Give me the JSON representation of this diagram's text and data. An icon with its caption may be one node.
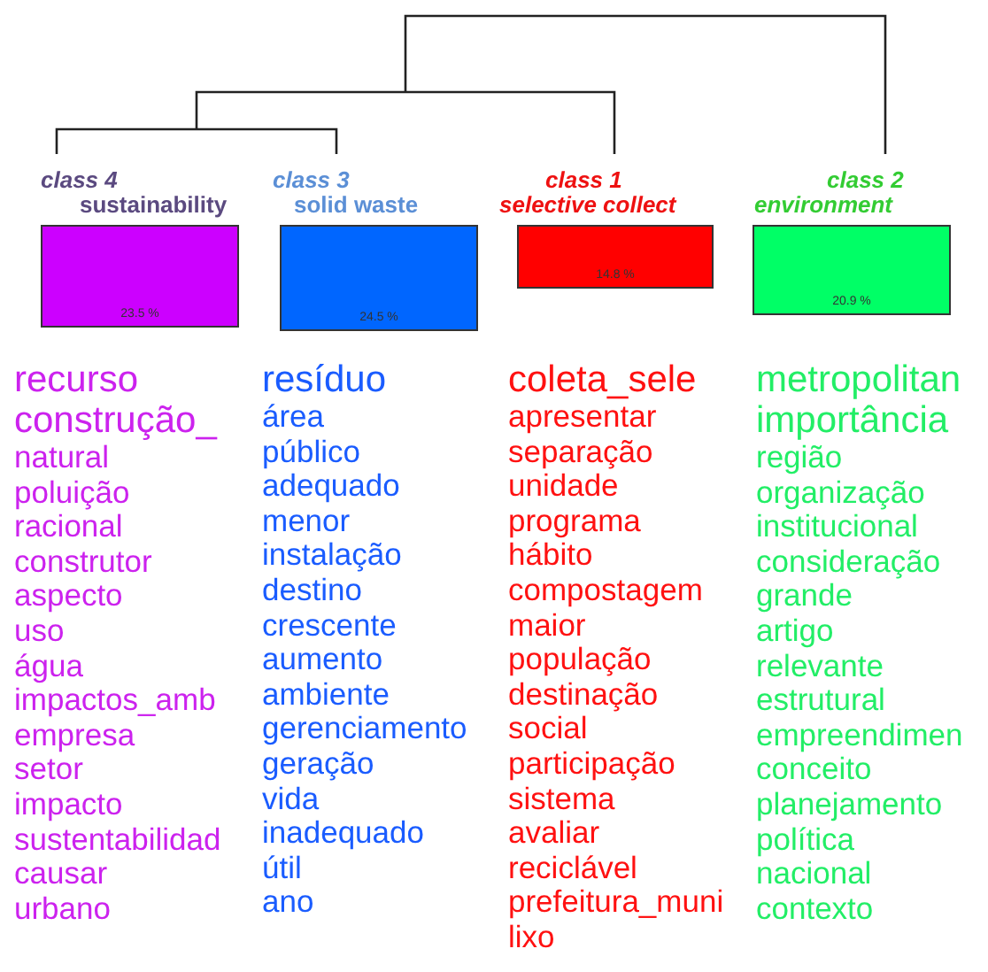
{
  "diagram": {
    "nodes": [
      {
        "text": [
          "class 4",
          "sustainability",
          "23.5 %"
        ],
        "beside": [
          "recurso",
          "construção_",
          "natural",
          "poluição",
          "racional",
          "construtor",
          "aspecto",
          "uso",
          "água",
          "impactos_amb",
          "empresa",
          "setor",
          "impacto",
          "sustentabilidad",
          "causar",
          "urbano"
        ]
      },
      {
        "text": [
          "class 3",
          "solid waste",
          "24.5 %"
        ],
        "beside": [
          "resíduo",
          "área",
          "público",
          "adequado",
          "menor",
          "instalação",
          "destino",
          "crescente",
          "aumento",
          "ambiente",
          "gerenciamento",
          "geração",
          "vida",
          "inadequado",
          "útil",
          "ano"
        ]
      },
      {
        "text": [
          "class 1",
          "selective collect",
          "14.8 %"
        ],
        "beside": [
          "coleta_sele",
          "apresentar",
          "separação",
          "unidade",
          "programa",
          "hábito",
          "compostagem",
          "maior",
          "população",
          "destinação",
          "social",
          "participação",
          "sistema",
          "avaliar",
          "reciclável",
          "prefeitura_muni",
          "lixo"
        ]
      },
      {
        "text": [
          "class 2",
          "environment",
          "20.9 %"
        ],
        "beside": [
          "metropolitan",
          "importância",
          "região",
          "organização",
          "institucional",
          "consideração",
          "grande",
          "artigo",
          "relevante",
          "estrutural",
          "empreendimen",
          "conceito",
          "planejamento",
          "política",
          "nacional",
          "contexto"
        ]
      }
    ]
  }
}
